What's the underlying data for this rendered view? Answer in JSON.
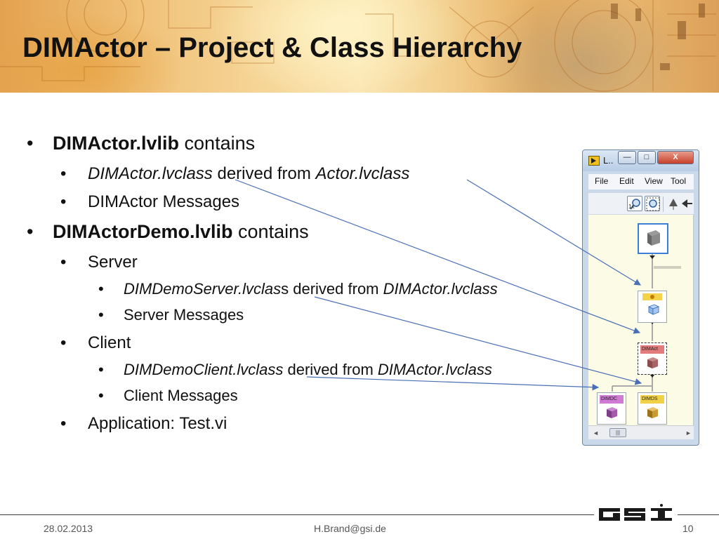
{
  "slide": {
    "title": "DIMActor – Project & Class Hierarchy",
    "bullet_symbol": "•"
  },
  "bullets": {
    "b1": {
      "bold": "DIMActor.lvlib",
      "rest": " contains"
    },
    "b1_1": {
      "italic": "DIMActor.lvclass",
      "mid": " derived from ",
      "italic2": "Actor.lvclass"
    },
    "b1_2": {
      "text": "DIMActor Messages"
    },
    "b2": {
      "bold": "DIMActorDemo.lvlib",
      "rest": " contains"
    },
    "b2_1": {
      "text": "Server"
    },
    "b2_1_1": {
      "italic": "DIMDemoServer.lvclas",
      "mid": "s derived from ",
      "italic2": "DIMActor.lvclass"
    },
    "b2_1_2": {
      "text": "Server Messages"
    },
    "b2_2": {
      "text": "Client"
    },
    "b2_2_1": {
      "italic": "DIMDemoClient.lvclass",
      "mid": " derived from ",
      "italic2": "DIMActor.lvclass"
    },
    "b2_2_2": {
      "text": "Client Messages"
    },
    "b2_3": {
      "text": "Application: Test.vi"
    }
  },
  "labview_window": {
    "title": "L..",
    "minimize_glyph": "—",
    "maximize_glyph": "□",
    "close_glyph": "X",
    "menu": [
      "File",
      "Edit",
      "View",
      "Tool"
    ],
    "zoom_label": "1x",
    "scroll_left": "◄",
    "scroll_right": "►",
    "scroll_thumb": "|||",
    "node_labels": {
      "dimactor": "DIMAct",
      "dimdc": "DIMDC",
      "dimds": "DIMDS"
    }
  },
  "footer": {
    "date": "28.02.2013",
    "email": "H.Brand@gsi.de",
    "page": "10",
    "logo": "GSI"
  },
  "colors": {
    "annotation_arrow": "#4a6fb5",
    "banner": "#f0c27a",
    "canvas": "#fbfbe6",
    "actor_node_header": "#f4d24a",
    "dimactor_node_header": "#e27b7b",
    "client_node_header": "#d07ad6",
    "server_node_header": "#f1d247"
  }
}
